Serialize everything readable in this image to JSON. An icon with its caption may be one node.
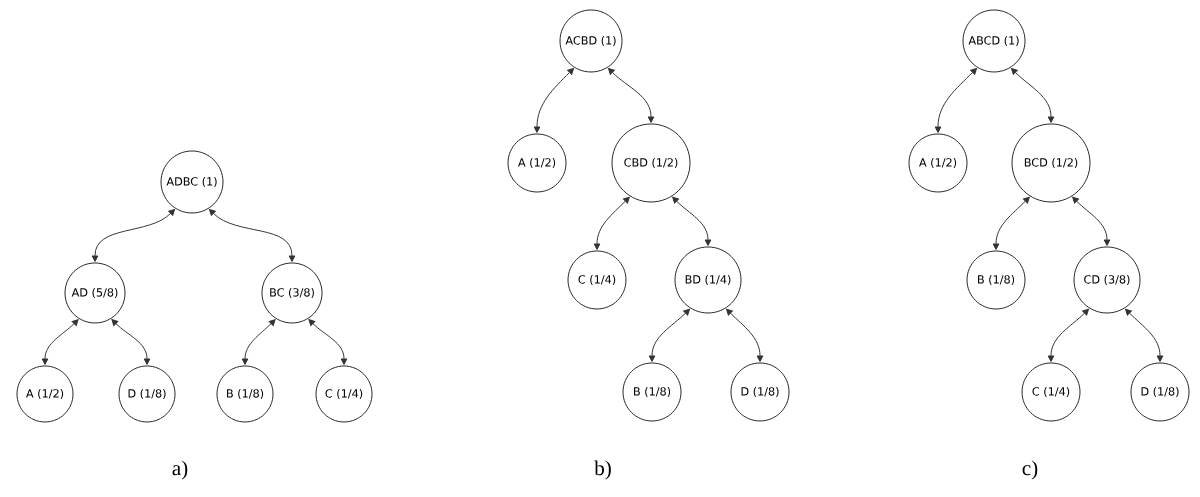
{
  "diagram": {
    "nodes": [
      {
        "text": [
          "ADBC (1)"
        ]
      },
      {
        "text": [
          "AD (5/8)"
        ]
      },
      {
        "text": [
          "BC (3/8)"
        ]
      },
      {
        "text": [
          "A (1/2)"
        ]
      },
      {
        "text": [
          "D (1/8)"
        ]
      },
      {
        "text": [
          "B (1/8)"
        ]
      },
      {
        "text": [
          "C (1/4)"
        ]
      },
      {
        "text": [
          "ACBD (1)"
        ]
      },
      {
        "text": [
          "A (1/2)"
        ]
      },
      {
        "text": [
          "CBD (1/2)"
        ]
      },
      {
        "text": [
          "C (1/4)"
        ]
      },
      {
        "text": [
          "BD (1/4)"
        ]
      },
      {
        "text": [
          "B (1/8)"
        ]
      },
      {
        "text": [
          "D (1/8)"
        ]
      },
      {
        "text": [
          "ABCD (1)"
        ]
      },
      {
        "text": [
          "A (1/2)"
        ]
      },
      {
        "text": [
          "BCD (1/2)"
        ]
      },
      {
        "text": [
          "B (1/8)"
        ]
      },
      {
        "text": [
          "CD (3/8)"
        ]
      },
      {
        "text": [
          "C (1/4)"
        ]
      },
      {
        "text": [
          "D (1/8)"
        ]
      }
    ],
    "edges": [
      {
        "from": 0,
        "to": 1,
        "arrow": "both"
      },
      {
        "from": 0,
        "to": 2,
        "arrow": "both"
      },
      {
        "from": 1,
        "to": 3,
        "arrow": "both"
      },
      {
        "from": 1,
        "to": 4,
        "arrow": "both"
      },
      {
        "from": 2,
        "to": 5,
        "arrow": "both"
      },
      {
        "from": 2,
        "to": 6,
        "arrow": "both"
      },
      {
        "from": 7,
        "to": 8,
        "arrow": "both"
      },
      {
        "from": 7,
        "to": 9,
        "arrow": "both"
      },
      {
        "from": 9,
        "to": 10,
        "arrow": "both"
      },
      {
        "from": 9,
        "to": 11,
        "arrow": "both"
      },
      {
        "from": 11,
        "to": 12,
        "arrow": "both"
      },
      {
        "from": 11,
        "to": 13,
        "arrow": "both"
      },
      {
        "from": 14,
        "to": 15,
        "arrow": "both"
      },
      {
        "from": 14,
        "to": 16,
        "arrow": "both"
      },
      {
        "from": 16,
        "to": 17,
        "arrow": "both"
      },
      {
        "from": 16,
        "to": 18,
        "arrow": "both"
      },
      {
        "from": 18,
        "to": 19,
        "arrow": "both"
      },
      {
        "from": 18,
        "to": 20,
        "arrow": "both"
      }
    ],
    "labels": [
      "a)",
      "b)",
      "c)"
    ]
  }
}
